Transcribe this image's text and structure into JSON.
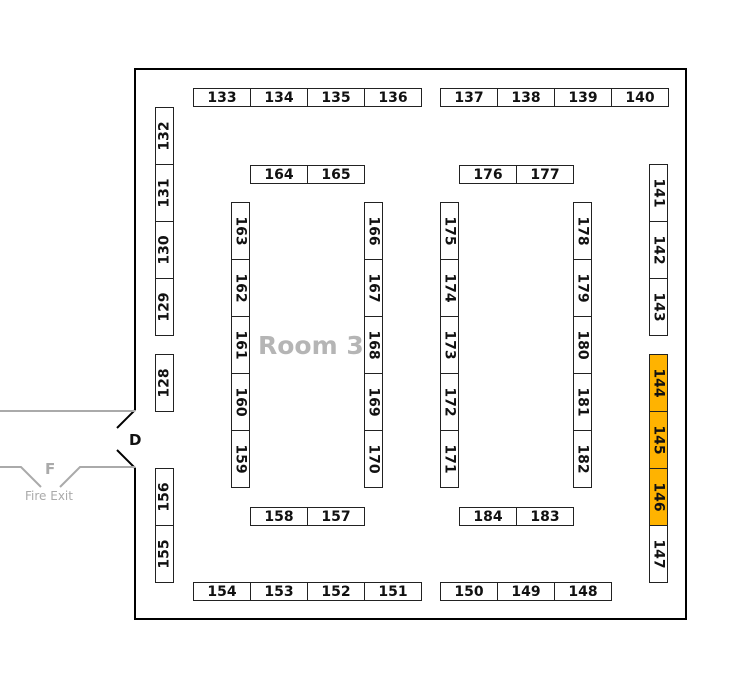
{
  "room": {
    "label": "Room 3"
  },
  "door": {
    "label": "D"
  },
  "fire_exit": {
    "letter": "F",
    "label": "Fire Exit"
  },
  "highlight_color": "#FFB300",
  "highlighted_booths": [
    "144",
    "145",
    "146"
  ],
  "groups": {
    "top_left": [
      "133",
      "134",
      "135",
      "136"
    ],
    "top_right": [
      "137",
      "138",
      "139",
      "140"
    ],
    "inner_top_left": [
      "164",
      "165"
    ],
    "inner_top_right": [
      "176",
      "177"
    ],
    "left_wall_upper": [
      "132",
      "131",
      "130",
      "129"
    ],
    "left_wall_mid": [
      "128"
    ],
    "left_wall_lower": [
      "156",
      "155"
    ],
    "column_a": [
      "163",
      "162",
      "161",
      "160",
      "159"
    ],
    "column_b": [
      "166",
      "167",
      "168",
      "169",
      "170"
    ],
    "column_c": [
      "175",
      "174",
      "173",
      "172",
      "171"
    ],
    "column_d": [
      "178",
      "179",
      "180",
      "181",
      "182"
    ],
    "right_wall_upper": [
      "141",
      "142",
      "143"
    ],
    "right_wall_lower": [
      "144",
      "145",
      "146",
      "147"
    ],
    "inner_bottom_left": [
      "158",
      "157"
    ],
    "inner_bottom_right": [
      "184",
      "183"
    ],
    "bottom_left": [
      "154",
      "153",
      "152",
      "151"
    ],
    "bottom_right": [
      "150",
      "149",
      "148"
    ]
  }
}
